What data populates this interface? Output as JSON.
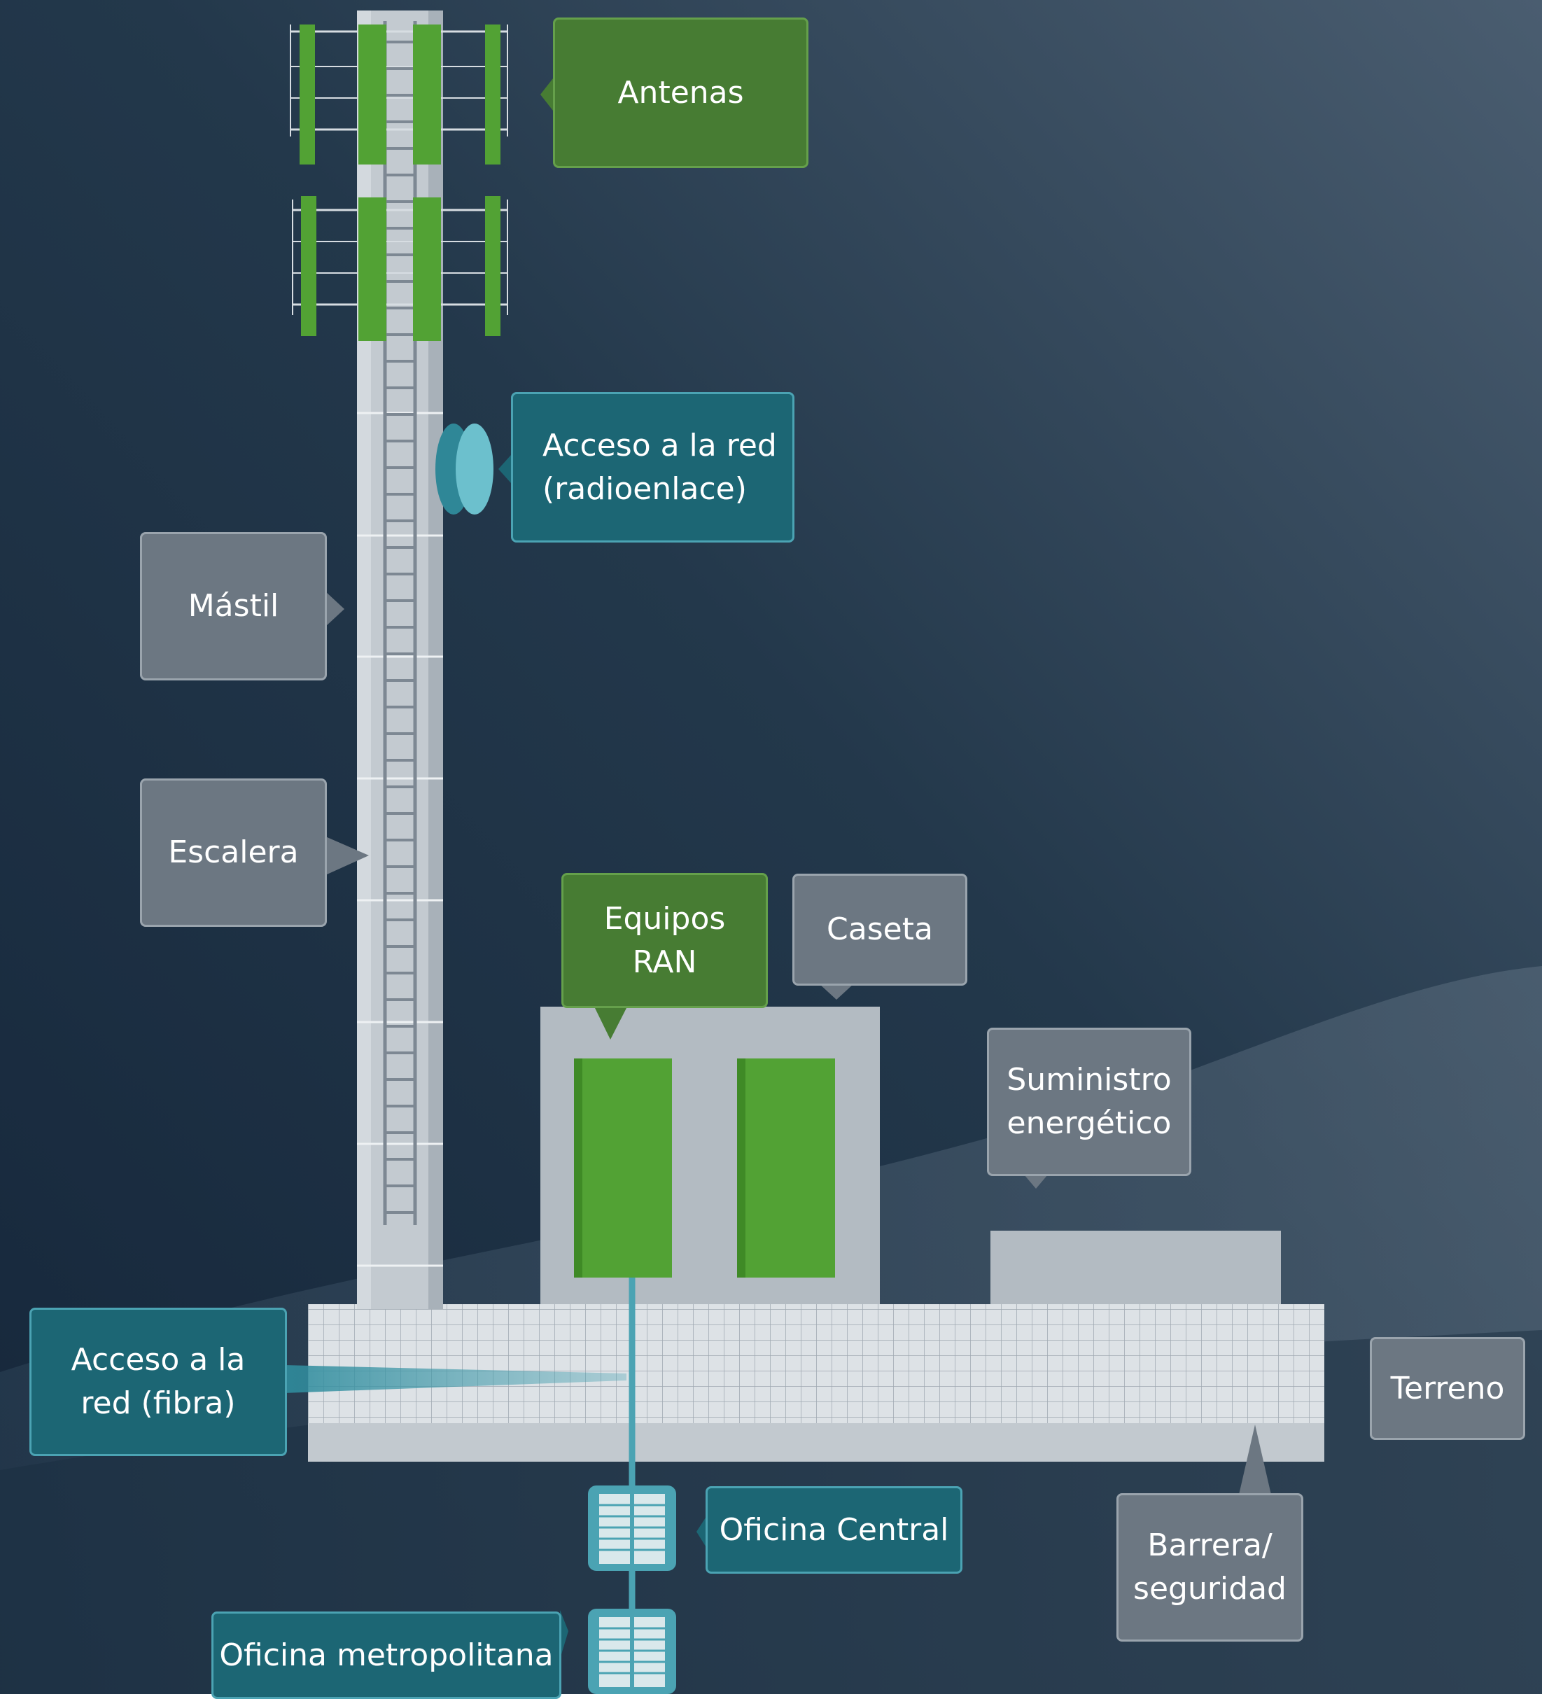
{
  "labels": {
    "antenas": "Antenas",
    "radioenlace": "Acceso a la red\n(radioenlace)",
    "mastil": "Mástil",
    "escalera": "Escalera",
    "equipos_ran": "Equipos\nRAN",
    "caseta": "Caseta",
    "suministro": "Suministro\nenergético",
    "fibra": "Acceso a la\nred (fibra)",
    "terreno": "Terreno",
    "oficina_central": "Oficina Central",
    "barrera": "Barrera/\nseguridad",
    "oficina_metropolitana": "Oficina metropolitana"
  },
  "colors": {
    "background_dark": "#17293a",
    "background_light": "#3a4e60",
    "label_green": "#477c33",
    "label_teal": "#1c6674",
    "label_gray": "#6c7782",
    "antenna_green": "#52a234",
    "structure_gray": "#b6bec5",
    "cable_teal": "#4ba3b3"
  }
}
